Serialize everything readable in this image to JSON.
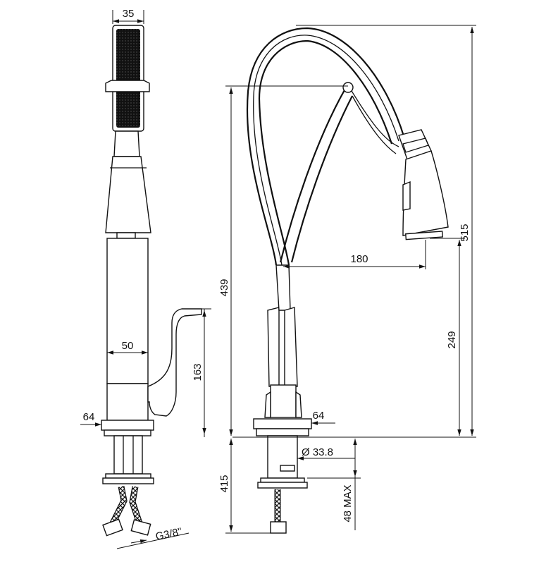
{
  "drawing": {
    "side_view": {
      "handshower_width": "35",
      "body_width": "50",
      "lever_height": "163",
      "base_width": "64",
      "hose_thread": "G3/8\""
    },
    "front_view": {
      "spout_reach": "180",
      "total_height": "515",
      "body_height": "439",
      "outlet_height": "249",
      "base_width": "64",
      "shank_diameter": "Ø 33.8",
      "below_deck": "415",
      "deck_thickness": "48 MAX"
    },
    "colors": {
      "line": "#111111",
      "background": "#ffffff"
    }
  }
}
